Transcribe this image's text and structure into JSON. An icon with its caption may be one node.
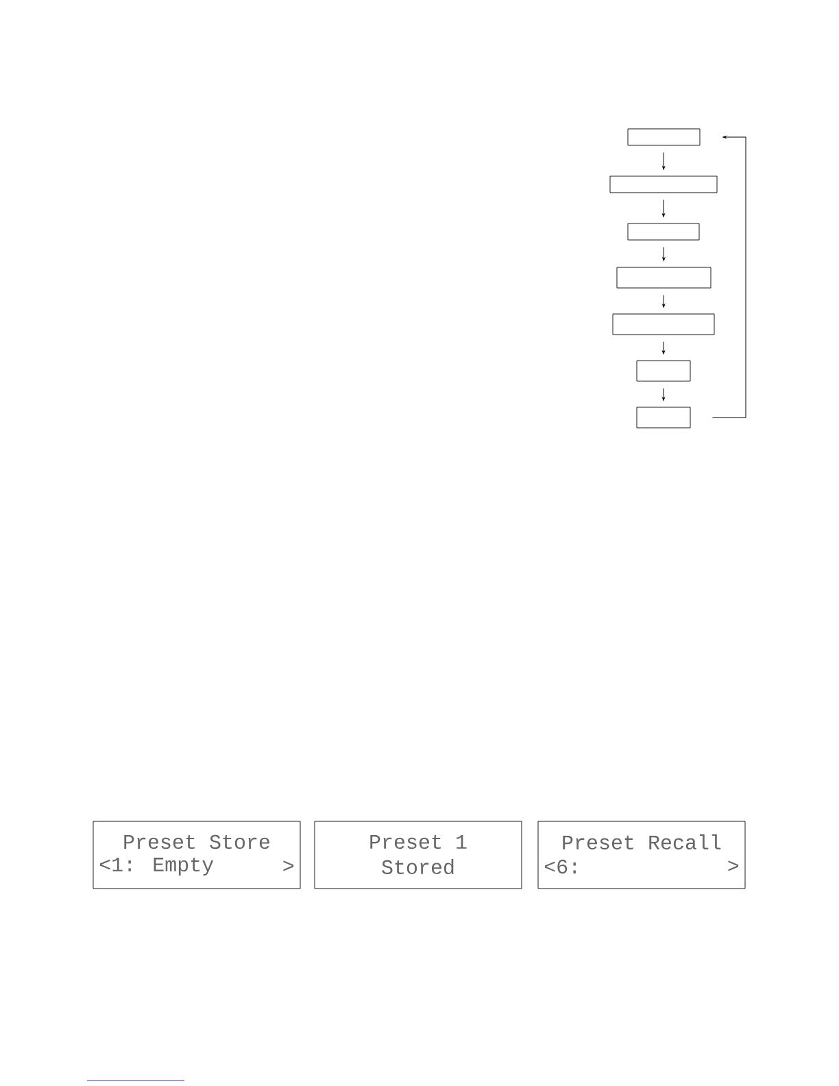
{
  "diagram": {
    "nodes": [
      {
        "text": [],
        "shape": "box"
      },
      {
        "text": [],
        "shape": "box"
      },
      {
        "text": [],
        "shape": "box"
      },
      {
        "text": [],
        "shape": "box"
      },
      {
        "text": [],
        "shape": "box"
      },
      {
        "text": [],
        "shape": "box"
      },
      {
        "text": [],
        "shape": "box"
      },
      {
        "text": [
          "Preset Store",
          "<1: Empty",
          ">"
        ]
      },
      {
        "text": [
          "Preset 1",
          "Stored"
        ]
      },
      {
        "text": [
          "Preset Recall",
          "<6:",
          ">"
        ]
      }
    ],
    "edges": [
      {
        "from": 0,
        "to": 1,
        "arrow": "to"
      },
      {
        "from": 1,
        "to": 2,
        "arrow": "to"
      },
      {
        "from": 2,
        "to": 3,
        "arrow": "to"
      },
      {
        "from": 3,
        "to": 4,
        "arrow": "to"
      },
      {
        "from": 4,
        "to": 5,
        "arrow": "to"
      },
      {
        "from": 5,
        "to": 6,
        "arrow": "to"
      },
      {
        "from": 6,
        "to": 0,
        "arrow": "to"
      }
    ]
  }
}
